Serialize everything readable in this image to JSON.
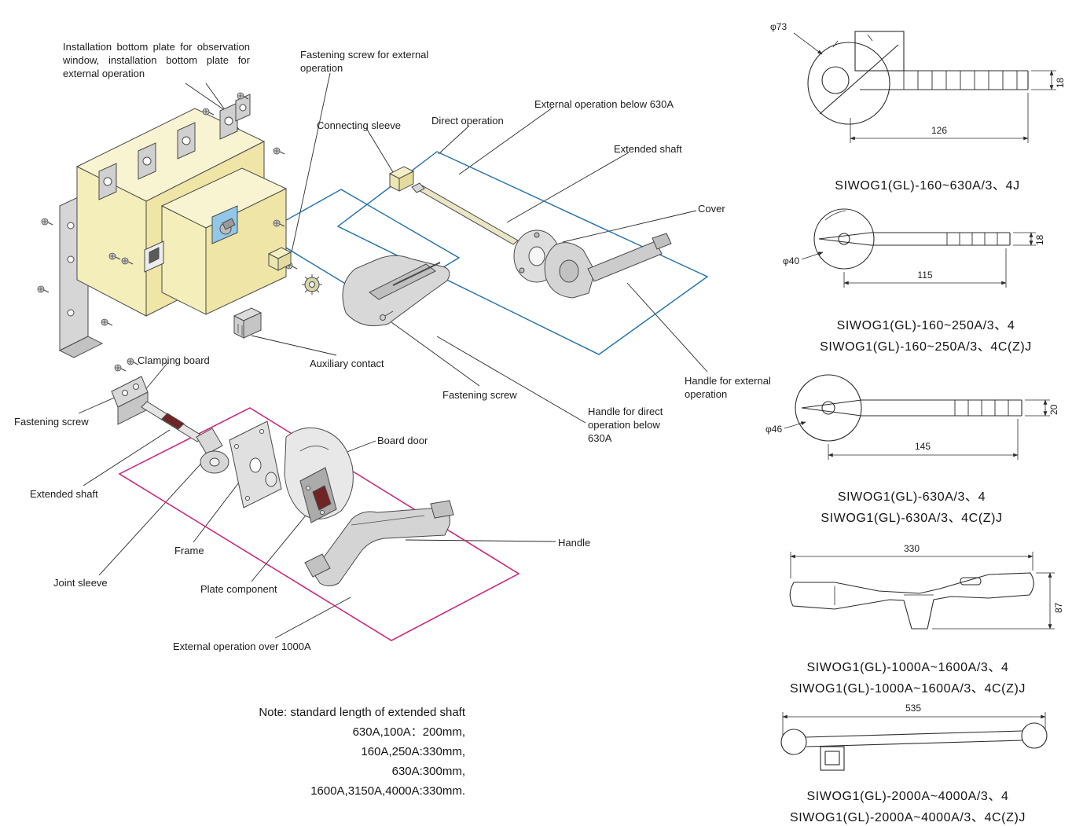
{
  "callouts": {
    "install_plate": "Installation bottom plate for observation window, installation bottom plate for external operation",
    "fastening_screw_external": "Fastening screw for external operation",
    "connecting_sleeve": "Connecting sleeve",
    "direct_operation": "Direct operation",
    "external_operation_below_630a": "External operation below 630A",
    "extended_shaft_upper": "Extended shaft",
    "cover": "Cover",
    "auxiliary_contact": "Auxiliary contact",
    "fastening_screw_middle": "Fastening screw",
    "handle_for_external_operation": "Handle for external operation",
    "handle_for_direct_operation": "Handle for direct operation below 630A",
    "clamping_board": "Clamping board",
    "fastening_screw_left": "Fastening screw",
    "extended_shaft_lower": "Extended shaft",
    "frame": "Frame",
    "joint_sleeve": "Joint sleeve",
    "plate_component": "Plate component",
    "board_door": "Board door",
    "handle": "Handle",
    "external_operation_over_1000a": "External operation over 1000A"
  },
  "note": {
    "title": "Note: standard length of extended shaft",
    "lines": [
      "630A,100A：200mm,",
      "160A,250A:330mm,",
      "630A:300mm,",
      "1600A,3150A,4000A:330mm."
    ]
  },
  "handle_drawings": [
    {
      "models": [
        "SIWOG1(GL)-160~630A/3、4J"
      ],
      "diameter_label": "φ73",
      "length_label": "126",
      "height_label": "18"
    },
    {
      "models": [
        "SIWOG1(GL)-160~250A/3、4",
        "SIWOG1(GL)-160~250A/3、4C(Z)J"
      ],
      "diameter_label": "φ40",
      "length_label": "115",
      "height_label": "18"
    },
    {
      "models": [
        "SIWOG1(GL)-630A/3、4",
        "SIWOG1(GL)-630A/3、4C(Z)J"
      ],
      "diameter_label": "φ46",
      "length_label": "145",
      "height_label": "20"
    },
    {
      "models": [
        "SIWOG1(GL)-1000A~1600A/3、4",
        "SIWOG1(GL)-1000A~1600A/3、4C(Z)J"
      ],
      "length_label": "330",
      "height_label": "87"
    },
    {
      "models": [
        "SIWOG1(GL)-2000A~4000A/3、4",
        "SIWOG1(GL)-2000A~4000A/3、4C(Z)J"
      ],
      "length_label": "535"
    }
  ],
  "colors": {
    "body_yellow": "#f4eeba",
    "window_blue": "#92c7e8",
    "outline_blue": "#1f6fa8",
    "outline_magenta": "#cc1f7a",
    "part_gray": "#d8d8d8",
    "shaft_dark_red": "#702424",
    "line": "#2b2b2b"
  }
}
